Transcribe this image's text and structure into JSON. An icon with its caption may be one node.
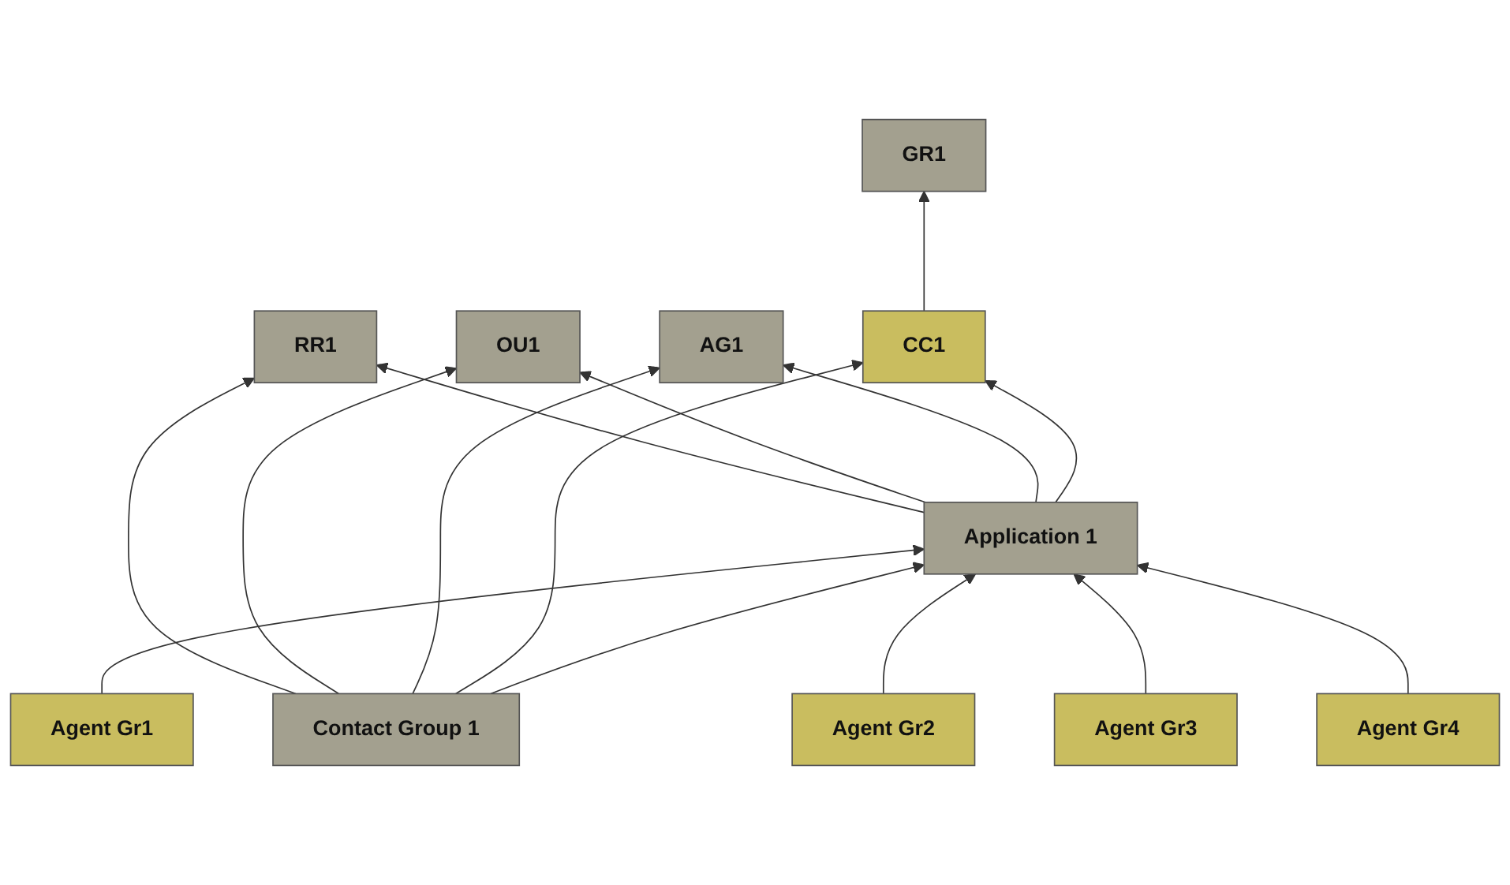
{
  "diagram": {
    "nodes": [
      {
        "text": [
          "GR1"
        ]
      },
      {
        "text": [
          "RR1"
        ]
      },
      {
        "text": [
          "OU1"
        ]
      },
      {
        "text": [
          "AG1"
        ]
      },
      {
        "text": [
          "CC1"
        ]
      },
      {
        "text": [
          "Contact Group 1"
        ]
      },
      {
        "text": [
          "Application 1"
        ]
      },
      {
        "text": [
          "Agent Gr1"
        ]
      },
      {
        "text": [
          "Agent Gr2"
        ]
      },
      {
        "text": [
          "Agent Gr3"
        ]
      },
      {
        "text": [
          "Agent Gr4"
        ]
      }
    ],
    "edges": [
      {
        "from": 4,
        "to": 0,
        "arrow": "to"
      },
      {
        "from": 5,
        "to": 1,
        "arrow": "to"
      },
      {
        "from": 5,
        "to": 2,
        "arrow": "to"
      },
      {
        "from": 5,
        "to": 3,
        "arrow": "to"
      },
      {
        "from": 5,
        "to": 4,
        "arrow": "to"
      },
      {
        "from": 6,
        "to": 1,
        "arrow": "to"
      },
      {
        "from": 6,
        "to": 2,
        "arrow": "to"
      },
      {
        "from": 6,
        "to": 3,
        "arrow": "to"
      },
      {
        "from": 6,
        "to": 4,
        "arrow": "to"
      },
      {
        "from": 5,
        "to": 6,
        "arrow": "to"
      },
      {
        "from": 7,
        "to": 6,
        "arrow": "to"
      },
      {
        "from": 8,
        "to": 6,
        "arrow": "to"
      },
      {
        "from": 9,
        "to": 6,
        "arrow": "to"
      },
      {
        "from": 10,
        "to": 6,
        "arrow": "to"
      }
    ]
  }
}
